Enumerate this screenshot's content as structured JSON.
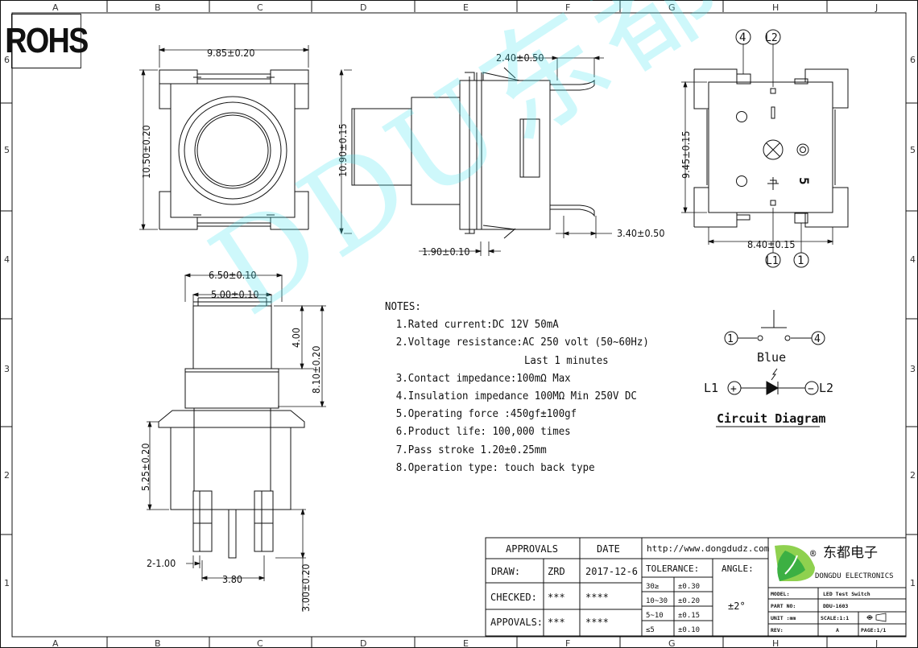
{
  "frame": {
    "col_labels": [
      "A",
      "B",
      "C",
      "D",
      "E",
      "F",
      "G",
      "H",
      "J"
    ],
    "row_labels": [
      "6",
      "5",
      "4",
      "3",
      "2",
      "1"
    ]
  },
  "rohs": "ROHS",
  "watermark": "DDU东都",
  "dims": {
    "top_width": "9.85±0.20",
    "top_height": "10.50±0.20",
    "side_pin_offset": "2.40±0.50",
    "side_height": "10.90±0.15",
    "side_bottom": "1.90±0.10",
    "side_pin_right": "3.40±0.50",
    "back_height": "9.45±0.15",
    "back_width": "8.40±0.15",
    "front_outer": "6.50±0.10",
    "front_inner": "5.00±0.10",
    "front_cap": "4.00",
    "front_total": "8.10±0.20",
    "front_body": "5.25±0.20",
    "front_pin_left": "2-1.00",
    "front_pin_pitch": "3.80",
    "front_pin_len": "3.00±0.20"
  },
  "pins": {
    "p4": "4",
    "l2": "L2",
    "l1": "L1",
    "p1": "1",
    "five": "5"
  },
  "notes": {
    "title": "NOTES:",
    "items": [
      "1.Rated current:DC 12V 50mA",
      "2.Voltage resistance:AC 250 volt (50~60Hz)",
      "Last 1 minutes",
      "3.Contact impedance:100mΩ Max",
      "4.Insulation impedance 100MΩ Min 250V DC",
      "5.Operating force :450gf±100gf",
      "6.Product life: 100,000 times",
      "7.Pass stroke 1.20±0.25mm",
      "8.Operation type: touch back type"
    ]
  },
  "circuit": {
    "sw_left": "1",
    "sw_right": "4",
    "color": "Blue",
    "led_left": "L1",
    "led_right": "L2",
    "plus": "+",
    "minus": "−",
    "caption": "Circuit Diagram"
  },
  "title_block": {
    "approvals": "APPROVALS",
    "date_h": "DATE",
    "website": "http://www.dongdudz.com",
    "draw_label": "DRAW:",
    "draw_name": "ZRD",
    "draw_date": "2017-12-6",
    "checked_label": "CHECKED:",
    "checked_name": "***",
    "checked_date": "****",
    "appvals_label": "APPOVALS:",
    "appvals_name": "***",
    "appvals_date": "****",
    "tolerance": "TOLERANCE:",
    "angle": "ANGLE:",
    "angle_val": "±2°",
    "tol_rows": [
      [
        "30≥",
        "±0.30"
      ],
      [
        "10~30",
        "±0.20"
      ],
      [
        "5~10",
        "±0.15"
      ],
      [
        "≤5",
        "±0.10"
      ]
    ],
    "brand_cn": "东都电子",
    "brand_reg": "®",
    "brand_en": "DONGDU ELECTRONICS",
    "model_label": "MODEL:",
    "model_val": "LED Test Switch",
    "part_label": "PART NO:",
    "part_val": "DDU-1603",
    "unit_label": "UNIT :mm",
    "scale": "SCALE:1:1",
    "rev_label": "REV:",
    "rev_val": "A",
    "page": "PAGE:1/1"
  },
  "colors": {
    "line": "#111111",
    "watermark": "#50e6f0",
    "logo_green": "#3cb043",
    "led_fill": "#111111"
  }
}
